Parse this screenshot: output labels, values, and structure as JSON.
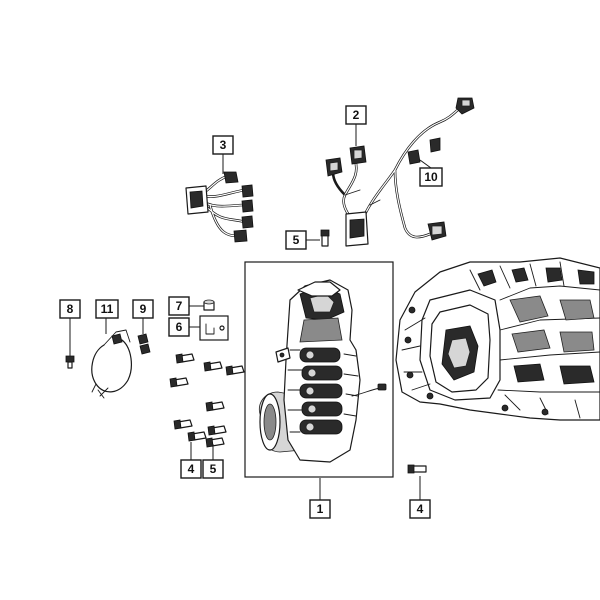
{
  "callouts": [
    {
      "id": "c1",
      "label": "1"
    },
    {
      "id": "c2",
      "label": "2"
    },
    {
      "id": "c3",
      "label": "3"
    },
    {
      "id": "c4a",
      "label": "4"
    },
    {
      "id": "c4b",
      "label": "4"
    },
    {
      "id": "c5a",
      "label": "5"
    },
    {
      "id": "c5b",
      "label": "5"
    },
    {
      "id": "c6",
      "label": "6"
    },
    {
      "id": "c7",
      "label": "7"
    },
    {
      "id": "c8",
      "label": "8"
    },
    {
      "id": "c9",
      "label": "9"
    },
    {
      "id": "c10",
      "label": "10"
    },
    {
      "id": "c11",
      "label": "11"
    }
  ]
}
